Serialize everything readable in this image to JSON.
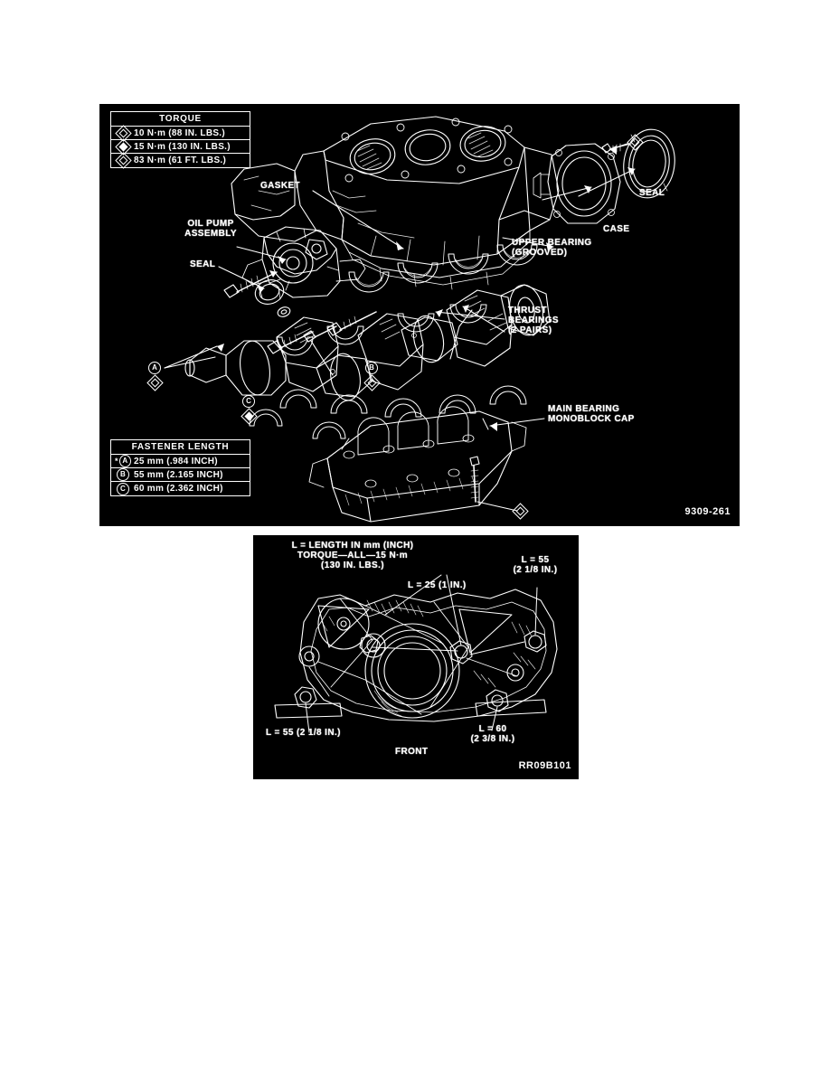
{
  "document": {
    "background_color": "#ffffff",
    "figure_background": "#000000",
    "line_color": "#ffffff"
  },
  "main_figure": {
    "id_label": "9309-261",
    "torque_table": {
      "title": "TORQUE",
      "rows": [
        {
          "symbol": "diamond-outline",
          "value": "10 N·m (88 IN. LBS.)"
        },
        {
          "symbol": "diamond-half",
          "value": "15 N·m (130 IN. LBS.)"
        },
        {
          "symbol": "diamond-double",
          "value": "83 N·m (61 FT. LBS.)"
        }
      ]
    },
    "fastener_table": {
      "title": "FASTENER LENGTH",
      "rows": [
        {
          "star": "*",
          "letter": "A",
          "value": "25 mm (.984 INCH)"
        },
        {
          "star": "",
          "letter": "B",
          "value": "55 mm (2.165 INCH)"
        },
        {
          "star": "",
          "letter": "C",
          "value": "60 mm (2.362 INCH)"
        }
      ]
    },
    "labels": [
      {
        "key": "gasket",
        "text": "GASKET"
      },
      {
        "key": "oil_pump",
        "text": "OIL PUMP\nASSEMBLY"
      },
      {
        "key": "seal_left",
        "text": "SEAL"
      },
      {
        "key": "seal_right",
        "text": "SEAL"
      },
      {
        "key": "case",
        "text": "CASE"
      },
      {
        "key": "upper_bearing",
        "text": "UPPER BEARING\n(GROOVED)"
      },
      {
        "key": "thrust_bearings",
        "text": "THRUST\nBEARINGS\n(2 PAIRS)"
      },
      {
        "key": "main_bearing_cap",
        "text": "MAIN BEARING\nMONOBLOCK CAP"
      }
    ],
    "callouts": [
      {
        "letter": "A",
        "symbol": "diamond-outline"
      },
      {
        "letter": "B",
        "symbol": "diamond-outline"
      },
      {
        "letter": "C",
        "symbol": "diamond-half"
      }
    ]
  },
  "cover_figure": {
    "id_label": "RR09B101",
    "header": "L = LENGTH IN mm (INCH)\nTORQUE—ALL—15 N·m\n(130 IN. LBS.)",
    "front_label": "FRONT",
    "bolt_labels": [
      {
        "key": "top_right",
        "text": "L = 55\n(2 1/8 IN.)"
      },
      {
        "key": "top_center",
        "text": "L = 25 (1 IN.)"
      },
      {
        "key": "bottom_left",
        "text": "L = 55 (2 1/8 IN.)"
      },
      {
        "key": "bottom_right",
        "text": "L = 60\n(2 3/8 IN.)"
      }
    ]
  }
}
